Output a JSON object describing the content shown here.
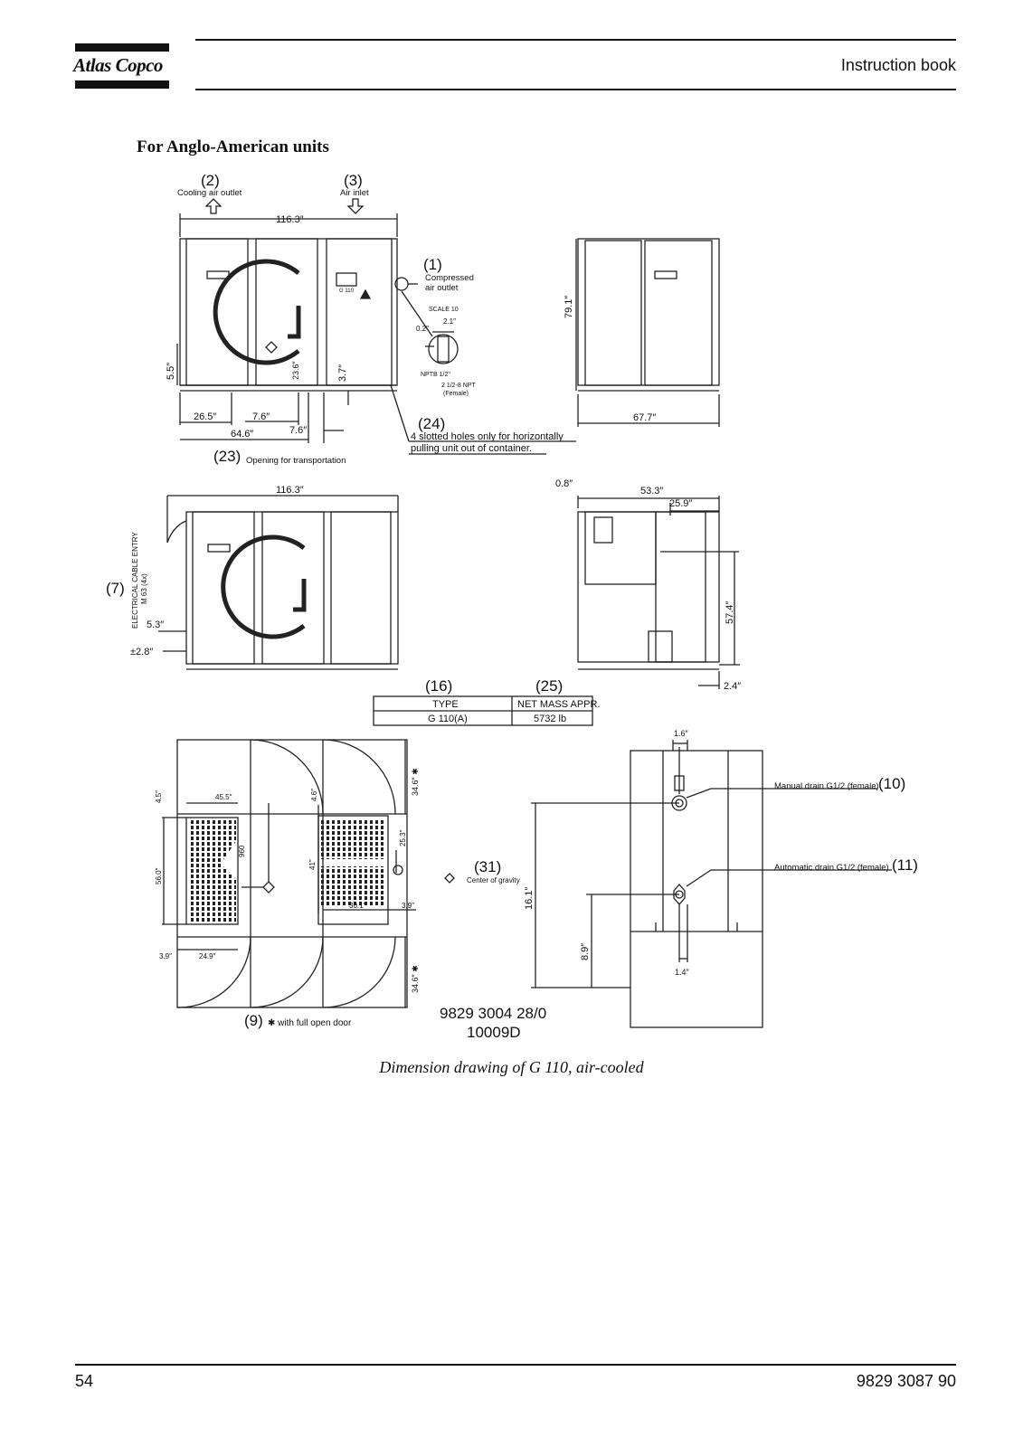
{
  "header": {
    "logo": "Atlas Copco",
    "title": "Instruction book"
  },
  "section_title": "For Anglo-American units",
  "drawing": {
    "callouts": {
      "c1": "(1)",
      "c2": "(2)",
      "c3": "(3)",
      "c7": "(7)",
      "c9": "(9)",
      "c10": "(10)",
      "c11": "(11)",
      "c16": "(16)",
      "c23": "(23)",
      "c24": "(24)",
      "c25": "(25)",
      "c31": "(31)"
    },
    "labels": {
      "cooling_air_outlet": "Cooling air outlet",
      "air_inlet": "Air inlet",
      "compressed": "Compressed",
      "air_outlet": "air outlet",
      "scale": "SCALE 10",
      "npt_half": "NPTB 1/2\"",
      "npt_2": "2 1/2-8 NPT",
      "female": "(Female)",
      "slotted_1": "4 slotted holes only for horizontally",
      "slotted_2": "pulling unit out of container.",
      "opening_transport": "Opening for transportation",
      "electrical_1": "ELECTRICAL CABLE ENTRY",
      "electrical_2": "M 63 (4x)",
      "table_type_header": "TYPE",
      "table_mass_header": "NET MASS APPR.",
      "table_type_value": "G 110(A)",
      "table_mass_value": "5732 lb",
      "center_gravity": "Center of gravity",
      "manual_drain": "Manual drain G1/2 (female)",
      "automatic_drain": "Automatic drain G1/2 (female)",
      "full_open_door": "✱ with full open door",
      "drawing_number": "9829 3004 28/0",
      "drawing_code": "10009D",
      "g110": "G 110"
    },
    "dims": {
      "d116_top": "116.3″",
      "d79": "79.1″",
      "d55": "5.5″",
      "d236": "23.6″",
      "d37": "3.7″",
      "d265": "26.5″",
      "d76a": "7.6″",
      "d76b": "7.6″",
      "d646": "64.6″",
      "d677": "67.7″",
      "d21": "2.1″",
      "d02": "0.2″",
      "d116_mid": "116.3″",
      "d08": "0.8″",
      "d533": "53.3″",
      "d259": "25.9″",
      "d574": "57.4″",
      "d53": "5.3″",
      "d28": "±2.8″",
      "d24": "2.4″",
      "d45": "4.5″",
      "d455": "45.5″",
      "d56": "56.0″",
      "d960": "960",
      "d46": "4.6″",
      "d346a": "34.6″ ✱",
      "d253": "25.3″",
      "d41": "41″",
      "d301": "30.1″",
      "d39a": "3.9″",
      "d39b": "3.9″",
      "d249": "24.9″",
      "d346b": "34.6″ ✱",
      "d16": "1.6″",
      "d161": "16.1″",
      "d89": "8.9″",
      "d14": "1.4″"
    }
  },
  "caption": "Dimension drawing of G 110, air-cooled",
  "footer": {
    "page_number": "54",
    "doc_number": "9829 3087 90"
  }
}
